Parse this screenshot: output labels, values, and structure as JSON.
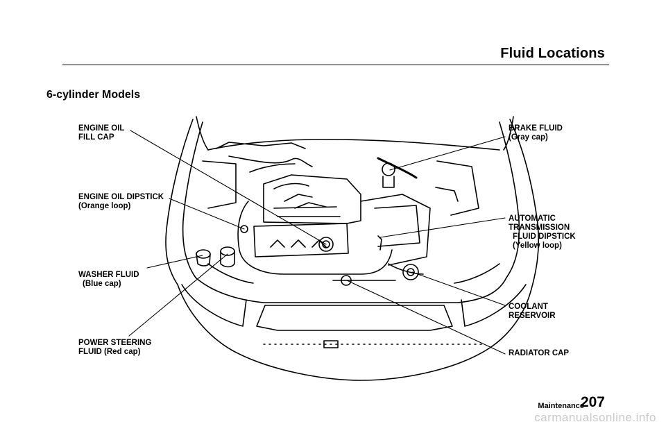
{
  "header": {
    "title": "Fluid Locations"
  },
  "section": {
    "heading": "6-cylinder Models"
  },
  "callouts": {
    "engine_oil_fill_cap": [
      "ENGINE OIL",
      "FILL CAP"
    ],
    "engine_oil_dipstick": [
      "ENGINE OIL DIPSTICK",
      "(Orange loop)"
    ],
    "washer_fluid": [
      "WASHER FLUID",
      "(Blue cap)"
    ],
    "power_steering_fluid": [
      "POWER STEERING",
      "FLUID (Red cap)"
    ],
    "brake_fluid": [
      "BRAKE FLUID",
      "(Gray cap)"
    ],
    "automatic_transmission_fluid_dipstick": [
      "AUTOMATIC",
      "TRANSMISSION",
      "FLUID DIPSTICK",
      "(Yellow loop)"
    ],
    "coolant_reservoir": [
      "COOLANT",
      "RESERVOIR"
    ],
    "radiator_cap": [
      "RADIATOR CAP"
    ]
  },
  "footer": {
    "section_name": "Maintenance",
    "page_number": "207",
    "watermark": "carmanualsonline.info"
  }
}
